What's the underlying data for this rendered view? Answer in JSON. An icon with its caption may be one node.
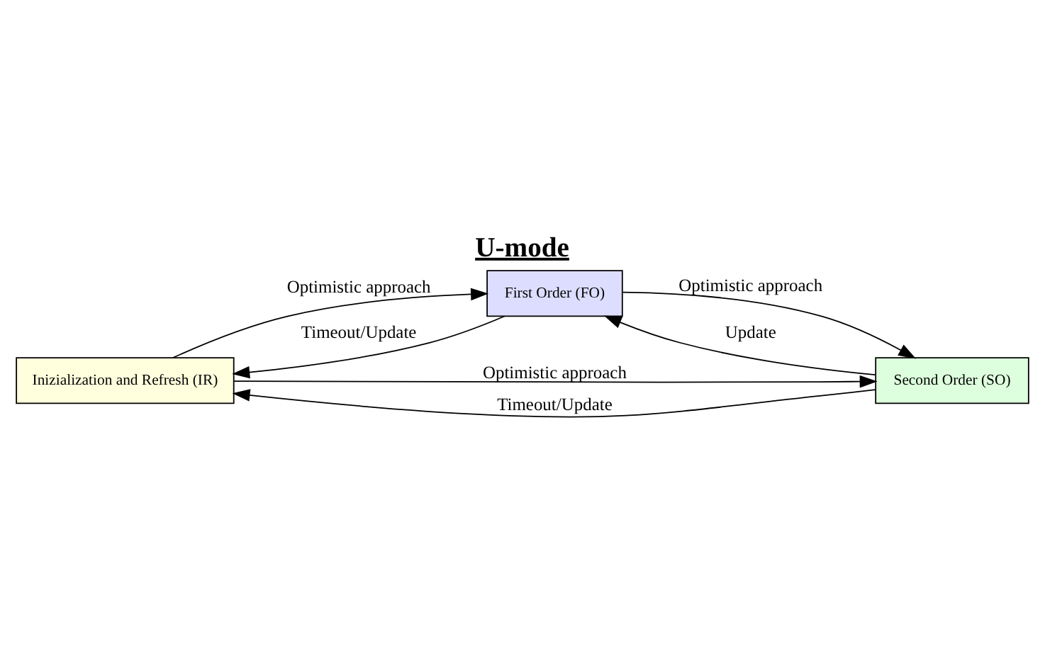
{
  "diagram": {
    "title": "U-mode",
    "nodes": [
      {
        "text": [
          "Inizialization and Refresh (IR)"
        ]
      },
      {
        "text": [
          "First Order (FO)"
        ]
      },
      {
        "text": [
          "Second Order (SO)"
        ]
      }
    ],
    "edges": [
      {
        "from": 0,
        "to": 2,
        "arrow": "to",
        "label": "Optimistic approach"
      },
      {
        "from": 0,
        "to": 1,
        "arrow": "to",
        "label": "Optimistic approach"
      },
      {
        "from": 1,
        "to": 2,
        "arrow": "to",
        "label": "Optimistic approach"
      },
      {
        "from": 1,
        "to": 0,
        "arrow": "to",
        "label": "Timeout/Update"
      },
      {
        "from": 2,
        "to": 1,
        "arrow": "to",
        "label": "Update"
      },
      {
        "from": 2,
        "to": 0,
        "arrow": "to",
        "label": "Timeout/Update"
      }
    ]
  }
}
